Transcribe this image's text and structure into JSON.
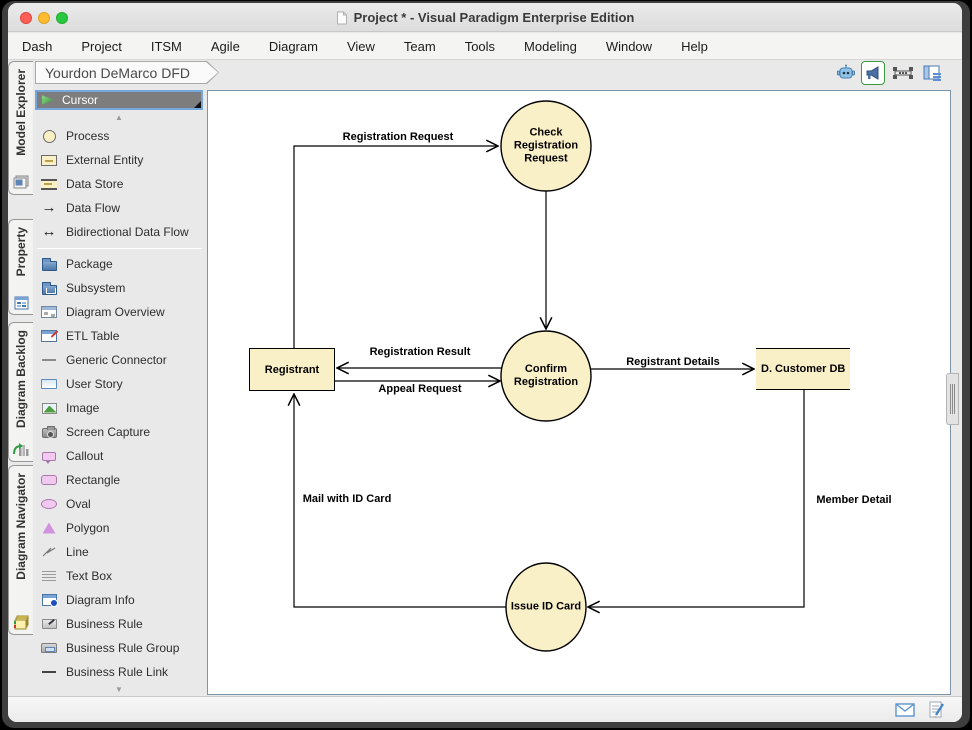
{
  "window": {
    "title": "Project * - Visual Paradigm Enterprise Edition"
  },
  "menu": {
    "items": [
      "Dash",
      "Project",
      "ITSM",
      "Agile",
      "Diagram",
      "View",
      "Team",
      "Tools",
      "Modeling",
      "Window",
      "Help"
    ]
  },
  "breadcrumb": {
    "label": "Yourdon DeMarco DFD"
  },
  "toolbar": {
    "icons": [
      "bot-assistant-icon",
      "announcement-icon",
      "fit-selection-icon",
      "layout-panel-icon"
    ]
  },
  "sidebar_tabs": [
    {
      "label": "Model Explorer",
      "icon": "model-explorer-icon"
    },
    {
      "label": "Property",
      "icon": "property-icon"
    },
    {
      "label": "Diagram Backlog",
      "icon": "diagram-backlog-icon"
    },
    {
      "label": "Diagram Navigator",
      "icon": "diagram-navigator-icon"
    }
  ],
  "palette": {
    "selected": "Cursor",
    "cursor_label": "Cursor",
    "items": [
      {
        "label": "Process",
        "icon": "process-icon"
      },
      {
        "label": "External Entity",
        "icon": "external-entity-icon"
      },
      {
        "label": "Data Store",
        "icon": "data-store-icon"
      },
      {
        "label": "Data Flow",
        "icon": "data-flow-icon"
      },
      {
        "label": "Bidirectional Data Flow",
        "icon": "bidirectional-data-flow-icon"
      },
      {
        "label": "Package",
        "icon": "package-icon"
      },
      {
        "label": "Subsystem",
        "icon": "subsystem-icon"
      },
      {
        "label": "Diagram Overview",
        "icon": "diagram-overview-icon"
      },
      {
        "label": "ETL Table",
        "icon": "etl-table-icon"
      },
      {
        "label": "Generic Connector",
        "icon": "generic-connector-icon"
      },
      {
        "label": "User Story",
        "icon": "user-story-icon"
      },
      {
        "label": "Image",
        "icon": "image-icon"
      },
      {
        "label": "Screen Capture",
        "icon": "screen-capture-icon"
      },
      {
        "label": "Callout",
        "icon": "callout-icon"
      },
      {
        "label": "Rectangle",
        "icon": "rectangle-icon"
      },
      {
        "label": "Oval",
        "icon": "oval-icon"
      },
      {
        "label": "Polygon",
        "icon": "polygon-icon"
      },
      {
        "label": "Line",
        "icon": "line-icon"
      },
      {
        "label": "Text Box",
        "icon": "text-box-icon"
      },
      {
        "label": "Diagram Info",
        "icon": "diagram-info-icon"
      },
      {
        "label": "Business Rule",
        "icon": "business-rule-icon"
      },
      {
        "label": "Business Rule Group",
        "icon": "business-rule-group-icon"
      },
      {
        "label": "Business Rule Link",
        "icon": "business-rule-link-icon"
      }
    ]
  },
  "icons": {
    "data_flow_glyph": "→",
    "bidirectional_glyph": "↔",
    "scroll_up": "▲",
    "scroll_down": "▼"
  },
  "diagram": {
    "nodes": [
      {
        "type": "process",
        "label": "Check Registration Request"
      },
      {
        "type": "process",
        "label": "Confirm Registration"
      },
      {
        "type": "process",
        "label": "Issue ID Card"
      },
      {
        "type": "external_entity",
        "label": "Registrant"
      },
      {
        "type": "data_store",
        "label": "D. Customer DB"
      }
    ],
    "flows": [
      {
        "label": "Registration Request",
        "from": "Registrant",
        "to": "Check Registration Request"
      },
      {
        "label": "Registration Result",
        "from": "Confirm Registration",
        "to": "Registrant"
      },
      {
        "label": "Appeal Request",
        "from": "Registrant",
        "to": "Confirm Registration"
      },
      {
        "label": "Registrant Details",
        "from": "Confirm Registration",
        "to": "D. Customer DB"
      },
      {
        "label": "Member Detail",
        "from": "D. Customer DB",
        "to": "Issue ID Card"
      },
      {
        "label": "Mail with ID Card",
        "from": "Issue ID Card",
        "to": "Registrant"
      },
      {
        "label": "",
        "from": "Check Registration Request",
        "to": "Confirm Registration"
      }
    ]
  },
  "colors": {
    "shape_fill": "#FAF0C8",
    "shape_border": "#000000",
    "selection_blue": "#74A7DC",
    "selected_tool_bg": "#7D7D7D",
    "accent_green": "#3D9940",
    "traffic_red": "#FF5F57",
    "traffic_yellow": "#FEBC2E",
    "traffic_green": "#28C840"
  }
}
